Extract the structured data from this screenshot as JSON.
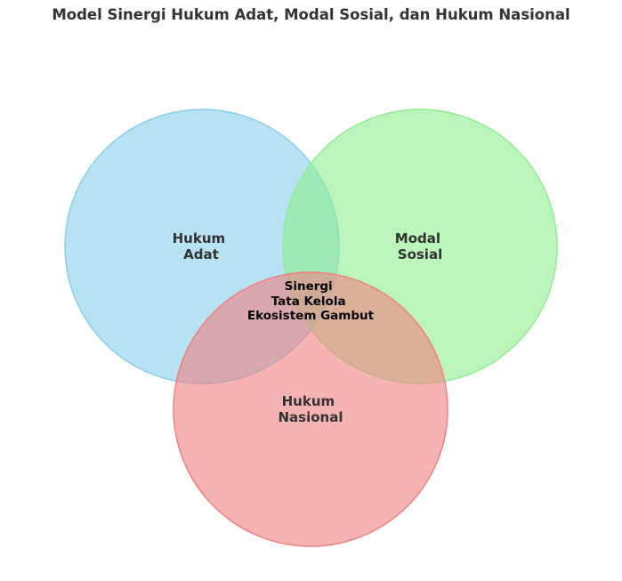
{
  "title": "Model Sinergi Hukum Adat, Modal Sosial, dan Hukum Nasional",
  "sets": [
    {
      "lines": [
        "Hukum",
        "Adat"
      ],
      "color": "#87CEEB"
    },
    {
      "lines": [
        "Modal",
        "Sosial"
      ],
      "color": "#90EE90"
    },
    {
      "lines": [
        "Hukum",
        "Nasional"
      ],
      "color": "#F08080"
    }
  ],
  "center": {
    "lines": [
      "Sinergi",
      "Tata Kelola",
      "Ekosistem Gambut"
    ]
  }
}
